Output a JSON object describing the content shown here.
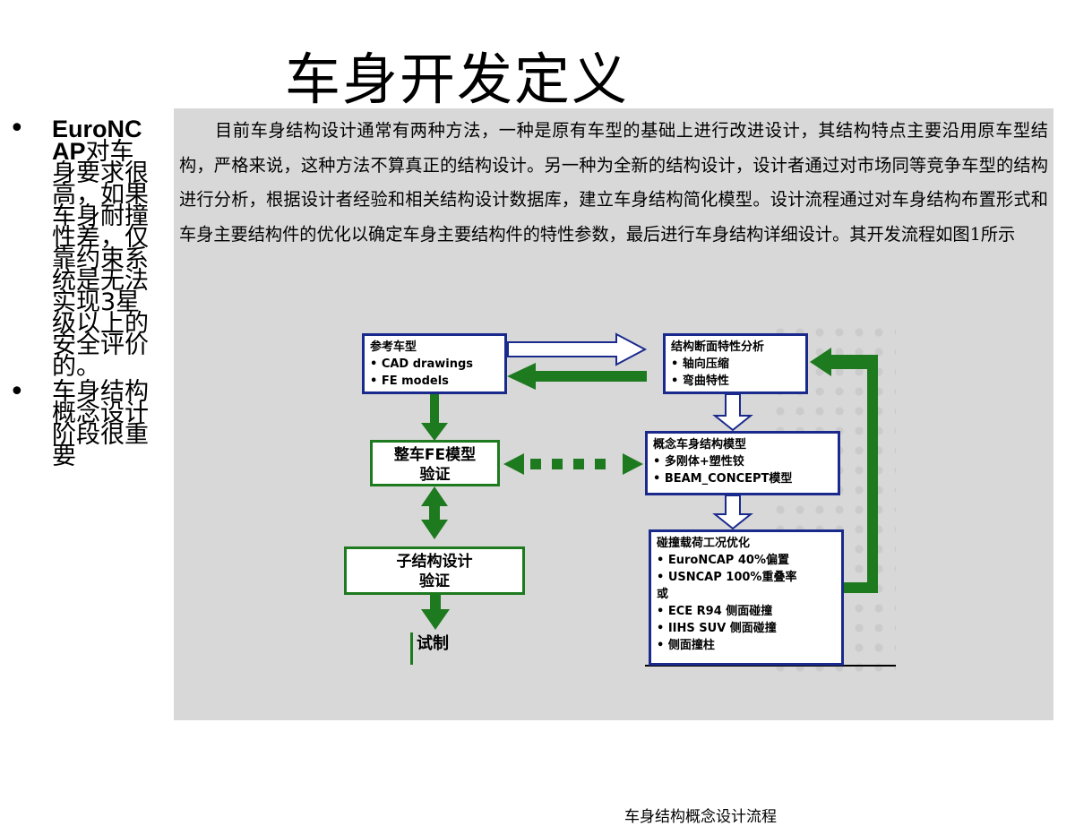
{
  "title": "车身开发定义",
  "bullets": [
    {
      "marker": "•",
      "bold": "EuroNCAP",
      "text": "对车身要求很高，如果车身耐撞性差，仅靠约束系统是无法实现3星级以上的安全评价的。"
    },
    {
      "marker": "•",
      "bold": "",
      "text": "车身结构概念设计阶段很重要"
    }
  ],
  "paragraph": "目前车身结构设计通常有两种方法，一种是原有车型的基础上进行改进设计，其结构特点主要沿用原车型结构，严格来说，这种方法不算真正的结构设计。另一种为全新的结构设计，设计者通过对市场同等竞争车型的结构进行分析，根据设计者经验和相关结构设计数据库，建立车身结构简化模型。设计流程通过对车身结构布置形式和车身主要结构件的优化以确定车身主要结构件的特性参数，最后进行车身结构详细设计。其开发流程如图1所示",
  "diagram": {
    "ref_title": "参考车型",
    "ref_items": [
      "• CAD drawings",
      "• FE models"
    ],
    "section_title": "结构断面特性分析",
    "section_items": [
      "• 轴向压缩",
      "• 弯曲特性"
    ],
    "fe_verify": [
      "整车FE模型",
      "验证"
    ],
    "concept_title": "概念车身结构模型",
    "concept_items": [
      "• 多刚体+塑性铰",
      "• BEAM_CONCEPT模型"
    ],
    "sub_verify": [
      "子结构设计",
      "验证"
    ],
    "crash_title": "碰撞载荷工况优化",
    "crash_items": [
      "• EuroNCAP 40%偏置",
      "• USNCAP 100%重叠率",
      "或",
      "• ECE R94 侧面碰撞",
      "• IIHS SUV 侧面碰撞",
      "• 侧面撞柱"
    ],
    "trial": "试制",
    "colors": {
      "blue": "#1a2a8c",
      "green": "#1e7a1e"
    }
  },
  "caption": "车身结构概念设计流程"
}
